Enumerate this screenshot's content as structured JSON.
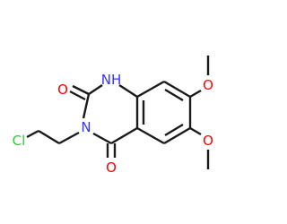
{
  "molecule": {
    "atoms": {
      "O2": "O",
      "NH": "NH",
      "N3": "N",
      "O4": "O",
      "Cl": "Cl",
      "O7": "O",
      "O6": "O"
    }
  },
  "colors": {
    "bond": "#1a1a1a",
    "nitrogen": "#3333ff",
    "oxygen": "#ff0000",
    "chlorine": "#33cc33"
  }
}
